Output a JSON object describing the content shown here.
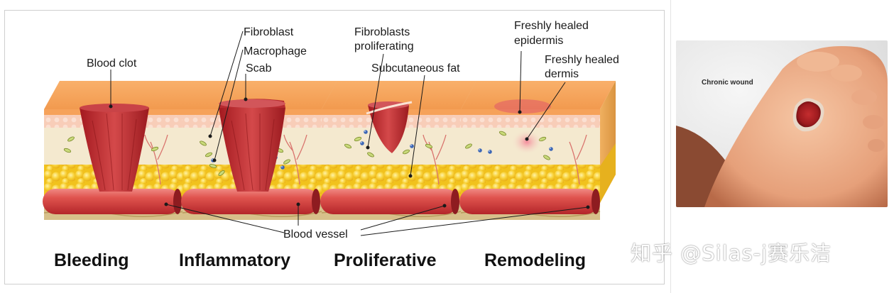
{
  "diagram": {
    "labels": {
      "blood_clot": "Blood clot",
      "fibroblast": "Fibroblast",
      "macrophage": "Macrophage",
      "scab": "Scab",
      "fibroblasts_proliferating_line1": "Fibroblasts",
      "fibroblasts_proliferating_line2": "proliferating",
      "subcutaneous_fat": "Subcutaneous fat",
      "freshly_healed_epidermis_line1": "Freshly healed",
      "freshly_healed_epidermis_line2": "epidermis",
      "freshly_healed_dermis_line1": "Freshly healed",
      "freshly_healed_dermis_line2": "dermis",
      "blood_vessel": "Blood vessel"
    },
    "stages": [
      "Bleeding",
      "Inflammatory",
      "Proliferative",
      "Remodeling"
    ],
    "colors": {
      "epidermis_top": "#f5a35a",
      "skin_layer": "#f8d2b8",
      "dermis": "#f4ead2",
      "fat": "#f7cc1e",
      "vessel": "#d63a3a",
      "clot": "#b9282b"
    }
  },
  "photo": {
    "caption": "Chronic wound"
  },
  "watermark": {
    "text": "知乎 @Silas-j赛乐洁"
  }
}
